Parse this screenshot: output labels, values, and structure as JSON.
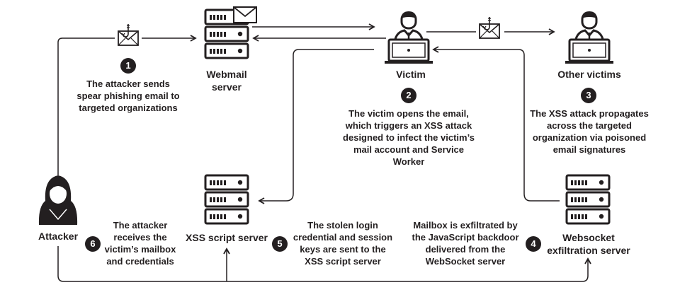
{
  "nodes": {
    "attacker": "Attacker",
    "webmail": "Webmail\nserver",
    "victim": "Victim",
    "other_victims": "Other victims",
    "xss_server": "XSS script server",
    "websocket": "Websocket\nexfiltration server"
  },
  "steps": [
    {
      "num": "1",
      "text": "The attacker sends\nspear phishing email to\ntargeted organizations"
    },
    {
      "num": "2",
      "text": "The victim opens the email,\nwhich triggers an XSS attack\ndesigned to infect the victim’s\nmail account and Service Worker"
    },
    {
      "num": "3",
      "text": "The XSS attack propagates\nacross the targeted\norganization via poisoned\nemail signatures"
    },
    {
      "num": "4",
      "text": "Mailbox is exfiltrated by\nthe JavaScript backdoor\ndelivered from the\nWebSocket server"
    },
    {
      "num": "5",
      "text": "The stolen login\ncredential and session\nkeys are sent to the\nXSS script server"
    },
    {
      "num": "6",
      "text": "The attacker\nreceives the\nvictim’s mailbox\nand credentials"
    }
  ],
  "icons": {
    "email": "email-hook-icon",
    "server": "server-rack-icon",
    "user": "user-laptop-icon",
    "hacker": "hooded-attacker-icon"
  },
  "colors": {
    "ink": "#231f20",
    "fill": "#ffffff"
  }
}
